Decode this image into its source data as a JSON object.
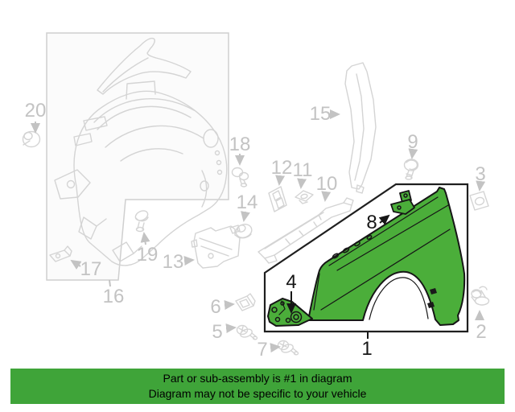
{
  "banner": {
    "line1": "Part or sub-assembly is #1 in diagram",
    "line2": "Diagram may not be specific to your vehicle",
    "bg_color": "#3fa439",
    "text_color": "#000000"
  },
  "diagram": {
    "highlight_color": "#4bae3a",
    "outline_color": "#161616",
    "muted_line_color": "#d4d4d4",
    "muted_label_color": "#c3c3c3",
    "active_label_color": "#161616",
    "highlighted_part_number": "1",
    "callouts": {
      "n1": "1",
      "n2": "2",
      "n3": "3",
      "n4": "4",
      "n5": "5",
      "n6": "6",
      "n7": "7",
      "n8": "8",
      "n9": "9",
      "n10": "10",
      "n11": "11",
      "n12": "12",
      "n13": "13",
      "n14": "14",
      "n15": "15",
      "n16": "16",
      "n17": "17",
      "n18": "18",
      "n19": "19",
      "n20": "20"
    }
  }
}
